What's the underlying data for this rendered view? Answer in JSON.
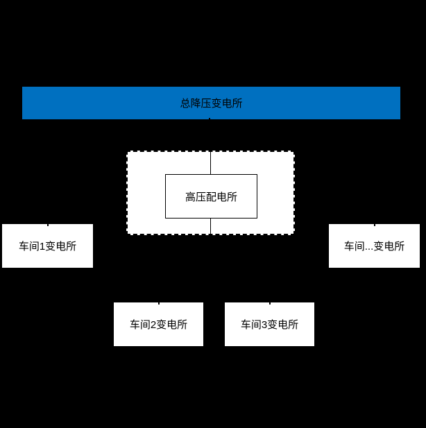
{
  "page": {
    "background_color": "#000000",
    "line_color": "#000000",
    "box_fill_color": "#ffffff"
  },
  "diagram": {
    "title_bar": {
      "label": "总降压变电所",
      "fill_color": "#0070C0",
      "text_color": "#000000"
    },
    "distribution_station": {
      "label": "高压配电所",
      "enclosure_border": "dashed"
    },
    "workshop_substations": [
      {
        "label": "车间1变电所"
      },
      {
        "label": "车间2变电所"
      },
      {
        "label": "车间3变电所"
      },
      {
        "label": "车间...变电所"
      }
    ]
  }
}
